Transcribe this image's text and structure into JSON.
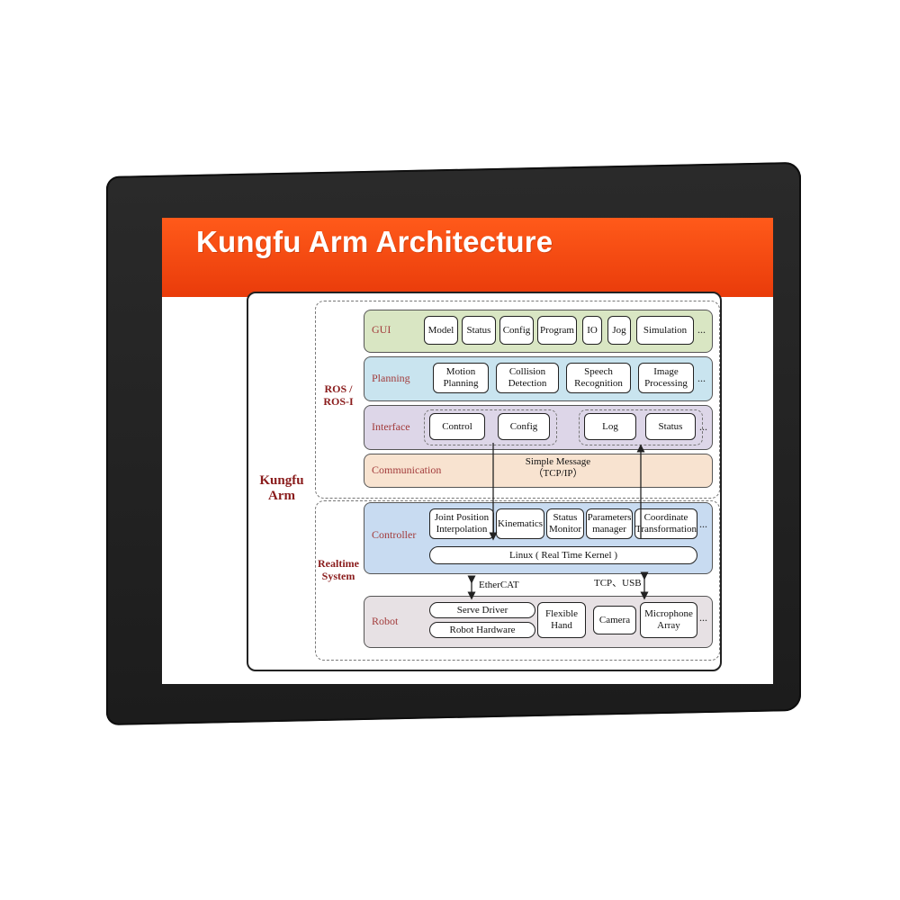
{
  "title": "Kungfu Arm Architecture",
  "main_label": "Kungfu\nArm",
  "group_labels": {
    "ros": "ROS /\nROS-I",
    "realtime": "Realtime\nSystem"
  },
  "layers": {
    "gui": {
      "label": "GUI",
      "items": [
        "Model",
        "Status",
        "Config",
        "Program",
        "IO",
        "Jog",
        "Simulation"
      ],
      "more": "..."
    },
    "planning": {
      "label": "Planning",
      "items": [
        "Motion\nPlanning",
        "Collision\nDetection",
        "Speech\nRecognition",
        "Image\nProcessing"
      ],
      "more": "..."
    },
    "interface": {
      "label": "Interface",
      "items": [
        "Control",
        "Config",
        "Log",
        "Status"
      ],
      "more": "..."
    },
    "communication": {
      "label": "Communication",
      "text": "Simple Message\n（TCP/IP）"
    },
    "controller": {
      "label": "Controller",
      "items": [
        "Joint Position\nInterpolation",
        "Kinematics",
        "Status\nMonitor",
        "Parameters\nmanager",
        "Coordinate\nTransformation"
      ],
      "more": "...",
      "kernel": "Linux ( Real Time Kernel )"
    },
    "robot": {
      "label": "Robot",
      "items": [
        "Serve Driver",
        "Robot Hardware",
        "Flexible\nHand",
        "Camera",
        "Microphone\nArray"
      ],
      "more": "..."
    }
  },
  "links": {
    "ethercat": "EtherCAT",
    "tcp_usb": "TCP、USB"
  },
  "colors": {
    "title_bar": "#ef4312",
    "label_red": "#8a1c1c",
    "gui_fill": "#d9e6c3",
    "planning_fill": "#c9e4ef",
    "interface_fill": "#ddd6e8",
    "communication_fill": "#f8e3d0",
    "controller_fill": "#c8dbf1",
    "robot_fill": "#e7e1e4"
  }
}
